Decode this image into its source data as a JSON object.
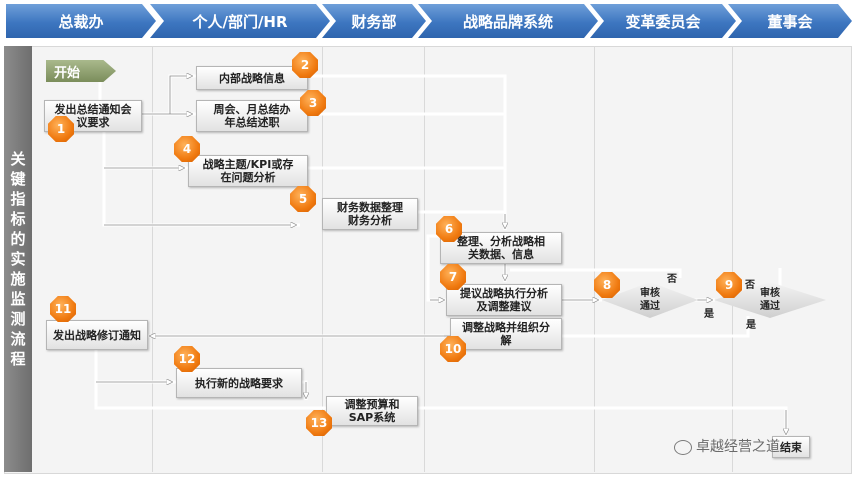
{
  "lanes": [
    "总裁办",
    "个人/部门/HR",
    "财务部",
    "战略品牌系统",
    "变革委员会",
    "董事会"
  ],
  "side_label": "关键指标的实施监测流程",
  "start_label": "开始",
  "steps": [
    {
      "id": "1",
      "text": "发出总结通知会议要求"
    },
    {
      "id": "2",
      "text": "内部战略信息"
    },
    {
      "id": "3",
      "text": "周会、月总结办年总结述职"
    },
    {
      "id": "4",
      "text": "战略主题/KPI或存在问题分析"
    },
    {
      "id": "5",
      "text": "财务数据整理财务分析"
    },
    {
      "id": "6",
      "text": "整理、分析战略相关数据、信息"
    },
    {
      "id": "7",
      "text": "提议战略执行分析及调整建议"
    },
    {
      "id": "8",
      "text": "审核通过"
    },
    {
      "id": "9",
      "text": "审核通过"
    },
    {
      "id": "10",
      "text": "调整战略并组织分解"
    },
    {
      "id": "11",
      "text": "发出战略修订通知"
    },
    {
      "id": "12",
      "text": "执行新的战略要求"
    },
    {
      "id": "13",
      "text": "调整预算和SAP系统"
    }
  ],
  "decision": {
    "yes": "是",
    "no": "否"
  },
  "end_label": "结束",
  "watermark": "卓越经营之道"
}
